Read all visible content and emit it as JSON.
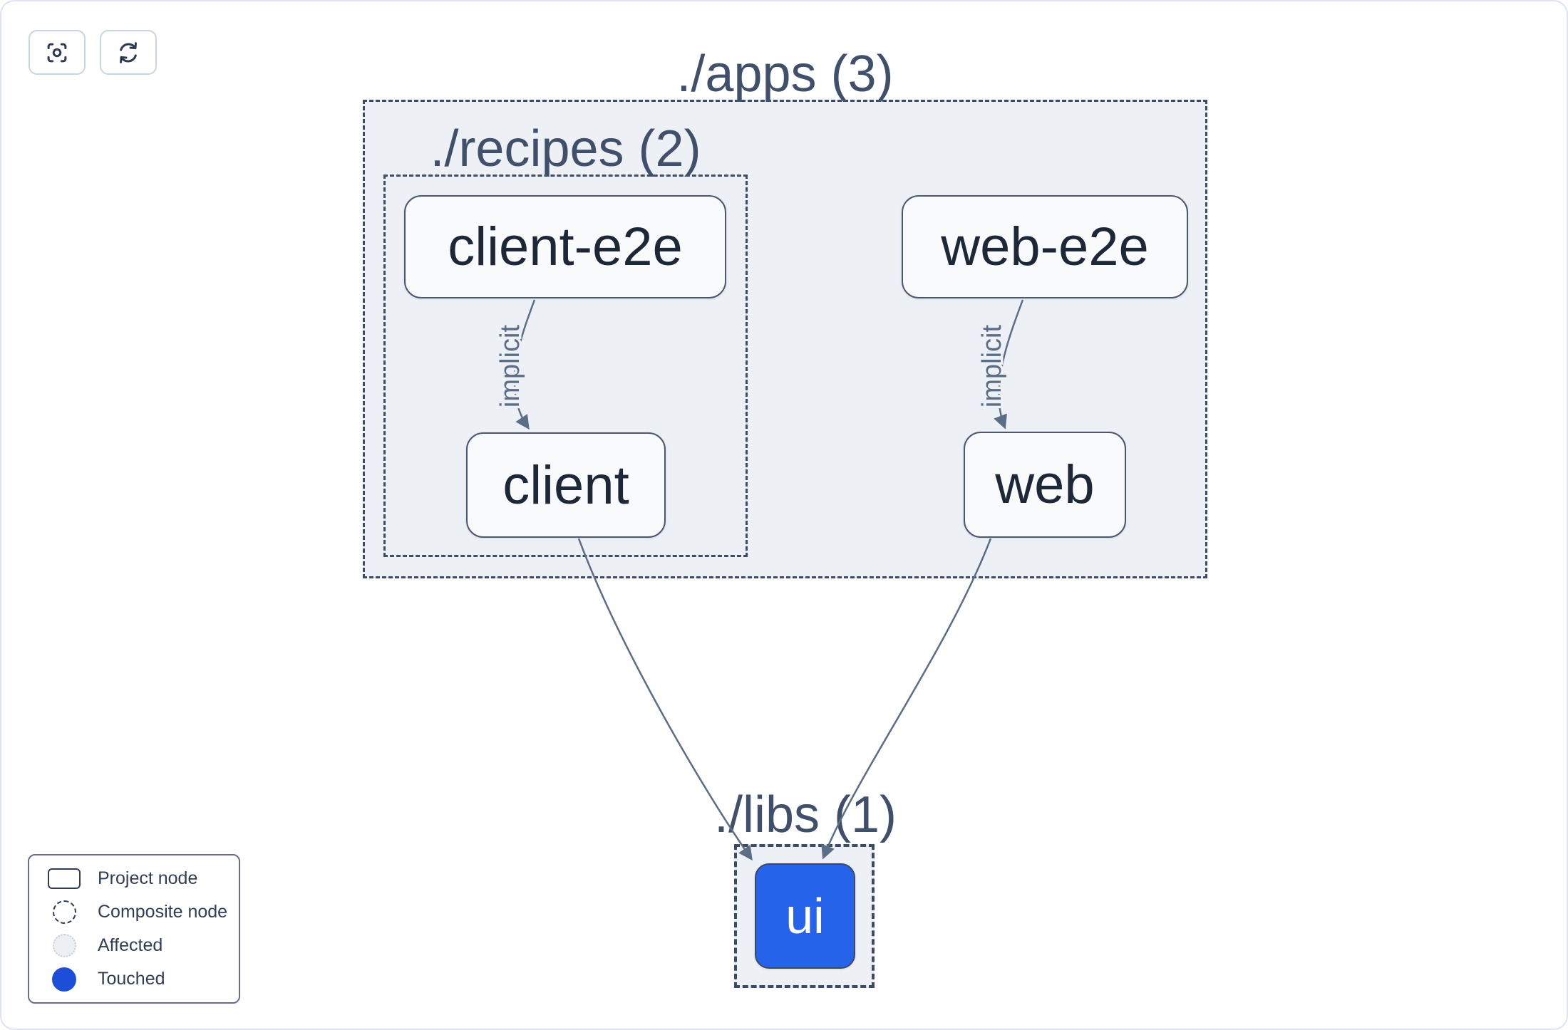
{
  "toolbar": {
    "buttons": [
      {
        "name": "focus-on-graph",
        "icon": "focus-target-icon"
      },
      {
        "name": "refresh-graph",
        "icon": "refresh-icon"
      }
    ]
  },
  "graph": {
    "containers": {
      "apps": {
        "label": "./apps (3)"
      },
      "recipes": {
        "label": "./recipes (2)"
      },
      "libs": {
        "label": "./libs (1)"
      }
    },
    "nodes": {
      "client_e2e": {
        "label": "client-e2e",
        "type": "project",
        "state": "normal"
      },
      "web_e2e": {
        "label": "web-e2e",
        "type": "project",
        "state": "normal"
      },
      "client": {
        "label": "client",
        "type": "project",
        "state": "normal"
      },
      "web": {
        "label": "web",
        "type": "project",
        "state": "normal"
      },
      "ui": {
        "label": "ui",
        "type": "project",
        "state": "touched"
      }
    },
    "edges": {
      "client_e2e_to_client": {
        "from": "client-e2e",
        "to": "client",
        "label": "implicit"
      },
      "web_e2e_to_web": {
        "from": "web-e2e",
        "to": "web",
        "label": "implicit"
      },
      "client_to_ui": {
        "from": "client",
        "to": "ui",
        "label": ""
      },
      "web_to_ui": {
        "from": "web",
        "to": "ui",
        "label": ""
      }
    }
  },
  "legend": {
    "items": [
      {
        "key": "project",
        "label": "Project node"
      },
      {
        "key": "composite",
        "label": "Composite node"
      },
      {
        "key": "affected",
        "label": "Affected"
      },
      {
        "key": "touched",
        "label": "Touched"
      }
    ]
  },
  "colors": {
    "touched_node_fill": "#2563eb",
    "legend_touched_fill": "#1d4ed8",
    "edge_stroke": "#5c6e85",
    "container_fill": "#edf0f5",
    "dashed_border": "#3c4c66"
  }
}
